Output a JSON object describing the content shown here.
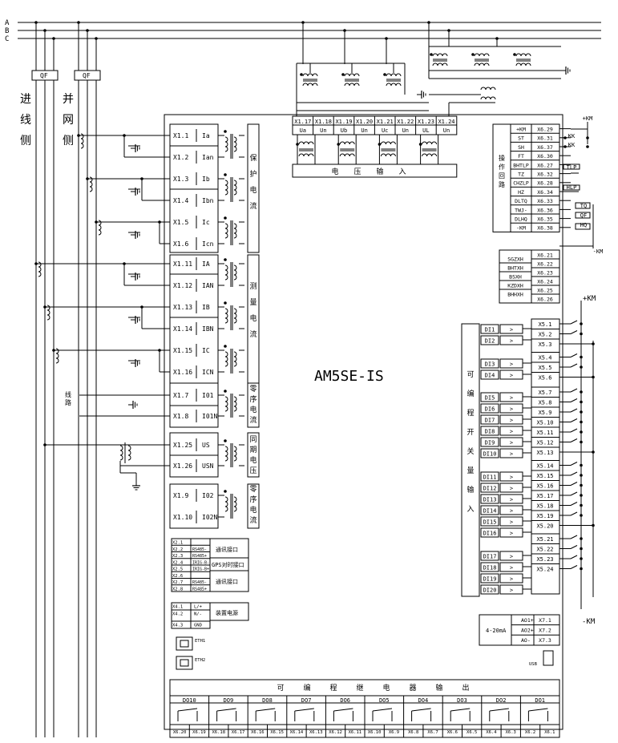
{
  "bus_labels": [
    "A",
    "B",
    "C"
  ],
  "breaker_label": "QF",
  "incoming_side": "进线侧",
  "grid_side": "并网侧",
  "device_model": "AM5SE-IS",
  "line_side_note": "线路",
  "current_inputs": [
    {
      "terminal": "X1.1",
      "signal": "Ia"
    },
    {
      "terminal": "X1.2",
      "signal": "Ian"
    },
    {
      "terminal": "X1.3",
      "signal": "Ib"
    },
    {
      "terminal": "X1.4",
      "signal": "Ibn"
    },
    {
      "terminal": "X1.5",
      "signal": "Ic"
    },
    {
      "terminal": "X1.6",
      "signal": "Icn"
    },
    {
      "terminal": "X1.11",
      "signal": "IA"
    },
    {
      "terminal": "X1.12",
      "signal": "IAN"
    },
    {
      "terminal": "X1.13",
      "signal": "IB"
    },
    {
      "terminal": "X1.14",
      "signal": "IBN"
    },
    {
      "terminal": "X1.15",
      "signal": "IC"
    },
    {
      "terminal": "X1.16",
      "signal": "ICN"
    },
    {
      "terminal": "X1.7",
      "signal": "I01"
    },
    {
      "terminal": "X1.8",
      "signal": "I01N"
    },
    {
      "terminal": "X1.25",
      "signal": "US"
    },
    {
      "terminal": "X1.26",
      "signal": "USN"
    },
    {
      "terminal": "X1.9",
      "signal": "I02"
    },
    {
      "terminal": "X1.10",
      "signal": "I02N"
    }
  ],
  "left_group_labels": [
    "保护电流",
    "测量电流",
    "零序电流",
    "同期电压",
    "零序电流"
  ],
  "voltage_terminals": [
    "X1.17",
    "X1.18",
    "X1.19",
    "X1.20",
    "X1.21",
    "X1.22",
    "X1.23",
    "X1.24"
  ],
  "voltage_signals": [
    "Ua",
    "Un",
    "Ub",
    "Un",
    "Uc",
    "Un",
    "UL",
    "Un"
  ],
  "voltage_group_label": "电压输入",
  "operation_circuit": {
    "title": "操作回路",
    "signals": [
      "+KM",
      "ST",
      "SH",
      "FT",
      "BHTLP",
      "TZ",
      "CHZLP",
      "HZ",
      "DLTQ",
      "TWJ-",
      "DLHQ",
      "-KM"
    ],
    "terminals": [
      "X6.29",
      "X6.31",
      "X6.37",
      "X6.30",
      "X6.27",
      "X6.32",
      "X6.28",
      "X6.34",
      "X6.33",
      "X6.36",
      "X6.35",
      "X6.38"
    ],
    "external": [
      "+KM",
      "KK",
      "KK",
      "TLP",
      "HLP",
      "TQ",
      "QF",
      "HQ",
      "-KM"
    ]
  },
  "status_outputs": {
    "signals": [
      "SGZXH",
      "BHTXH",
      "BSXH",
      "KZDXH",
      "BHHXH"
    ],
    "terminals": [
      "X6.21",
      "X6.22",
      "X6.23",
      "X6.24",
      "X6.25",
      "X6.26"
    ]
  },
  "digital_inputs": {
    "label": "可编程开关量输入",
    "names": [
      "DI1",
      "DI2",
      "DI3",
      "DI4",
      "DI5",
      "DI6",
      "DI7",
      "DI8",
      "DI9",
      "DI10",
      "DI11",
      "DI12",
      "DI13",
      "DI14",
      "DI15",
      "DI16",
      "DI17",
      "DI18",
      "DI19",
      "DI20"
    ],
    "terminals": [
      "X5.1",
      "X5.2",
      "X5.3",
      "X5.4",
      "X5.5",
      "X5.6",
      "X5.7",
      "X5.8",
      "X5.9",
      "X5.10",
      "X5.11",
      "X5.12",
      "X5.13",
      "X5.14",
      "X5.15",
      "X5.16",
      "X5.17",
      "X5.18",
      "X5.19",
      "X5.20",
      "X5.21",
      "X5.22",
      "X5.23",
      "X5.24"
    ],
    "supply_plus": "+KM",
    "supply_minus": "-KM"
  },
  "comm": {
    "terminals": [
      "X2.1",
      "X2.2",
      "X2.3",
      "X2.4",
      "X2.5",
      "X2.6",
      "X2.7",
      "X2.8"
    ],
    "signals": [
      "",
      "RS485-",
      "RS485+",
      "IRIG-B-",
      "IRIG-B+",
      "",
      "RS485-",
      "RS485+"
    ],
    "group1": "通讯接口",
    "group2": "GPS对时接口",
    "group3": "通讯接口"
  },
  "power": {
    "terminals": [
      "X4.1",
      "X4.2",
      "X4.3"
    ],
    "signals": [
      "L/+",
      "N/-",
      "GND"
    ],
    "label": "装置电源"
  },
  "ethernet": [
    "ETH1",
    "ETH2"
  ],
  "usb": "USB",
  "analog_out": {
    "label": "4-20mA",
    "signals": [
      "AO1+",
      "AO2+",
      "AO-"
    ],
    "terminals": [
      "X7.1",
      "X7.2",
      "X7.3"
    ]
  },
  "relay_outputs": {
    "label": "可编程继电器输出",
    "names": [
      "DO10",
      "DO9",
      "DO8",
      "DO7",
      "DO6",
      "DO5",
      "DO4",
      "DO3",
      "DO2",
      "DO1"
    ],
    "terminals": [
      "X6.20",
      "X6.19",
      "X6.18",
      "X6.17",
      "X6.16",
      "X6.15",
      "X6.14",
      "X6.13",
      "X6.12",
      "X6.11",
      "X6.10",
      "X6.9",
      "X6.8",
      "X6.7",
      "X6.6",
      "X6.5",
      "X6.4",
      "X6.3",
      "X6.2",
      "X6.1"
    ]
  }
}
